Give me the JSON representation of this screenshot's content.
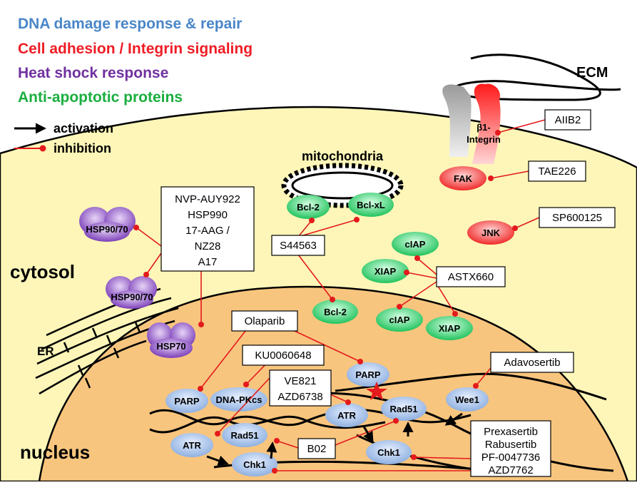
{
  "legend": {
    "dna": {
      "text": "DNA damage response & repair",
      "color": "#4a86c8"
    },
    "cell": {
      "text": "Cell adhesion / Integrin signaling",
      "color": "#ee1c25"
    },
    "heat": {
      "text": "Heat shock response",
      "color": "#7030a0"
    },
    "anti": {
      "text": "Anti-apoptotic proteins",
      "color": "#1aae3f"
    },
    "activation": "activation",
    "inhibition": "inhibition"
  },
  "regions": {
    "cytosol": "cytosol",
    "nucleus": "nucleus",
    "er": "ER",
    "ecm": "ECM",
    "mitochondria": "mitochondria"
  },
  "proteins": {
    "hsp9070_a": "HSP90/70",
    "hsp9070_b": "HSP90/70",
    "hsp70": "HSP70",
    "bcl2_mito": "Bcl-2",
    "bclxl": "Bcl-xL",
    "bcl2_nuc": "Bcl-2",
    "ciap_1": "cIAP",
    "xiap_1": "XIAP",
    "ciap_2": "cIAP",
    "xiap_2": "XIAP",
    "integrin_1": "β1-",
    "integrin_2": "Integrin",
    "fak": "FAK",
    "jnk": "JNK",
    "parp_1": "PARP",
    "dnapkcs": "DNA-PKcs",
    "parp_2": "PARP",
    "atr_1": "ATR",
    "atr_2": "ATR",
    "rad51_1": "Rad51",
    "rad51_2": "Rad51",
    "chk1_1": "Chk1",
    "chk1_2": "Chk1",
    "wee1": "Wee1"
  },
  "drugs": {
    "aiib2": "AIIB2",
    "tae226": "TAE226",
    "sp600125": "SP600125",
    "hsp_inhib": [
      "NVP-AUY922",
      "HSP990",
      "17-AAG /",
      "NZ28",
      "A17"
    ],
    "s44563": "S44563",
    "astx660": "ASTX660",
    "olaparib": "Olaparib",
    "ku": "KU0060648",
    "atr_inhib": [
      "VE821",
      "AZD6738"
    ],
    "adavosertib": "Adavosertib",
    "b02": "B02",
    "chk_inhib": [
      "Prexasertib",
      "Rabusertib",
      "PF-0047736",
      "AZD7762"
    ]
  },
  "colors": {
    "cell_fill": "#fdf6b8",
    "nucleus_fill": "#f8c57e",
    "inhibition_line": "#e41a1c",
    "dna_protein": "#a9c4ec",
    "anti_protein": "#2ecc71",
    "integrin_protein": "#ff3b3b",
    "hsp_protein": "#8e5ac8"
  }
}
